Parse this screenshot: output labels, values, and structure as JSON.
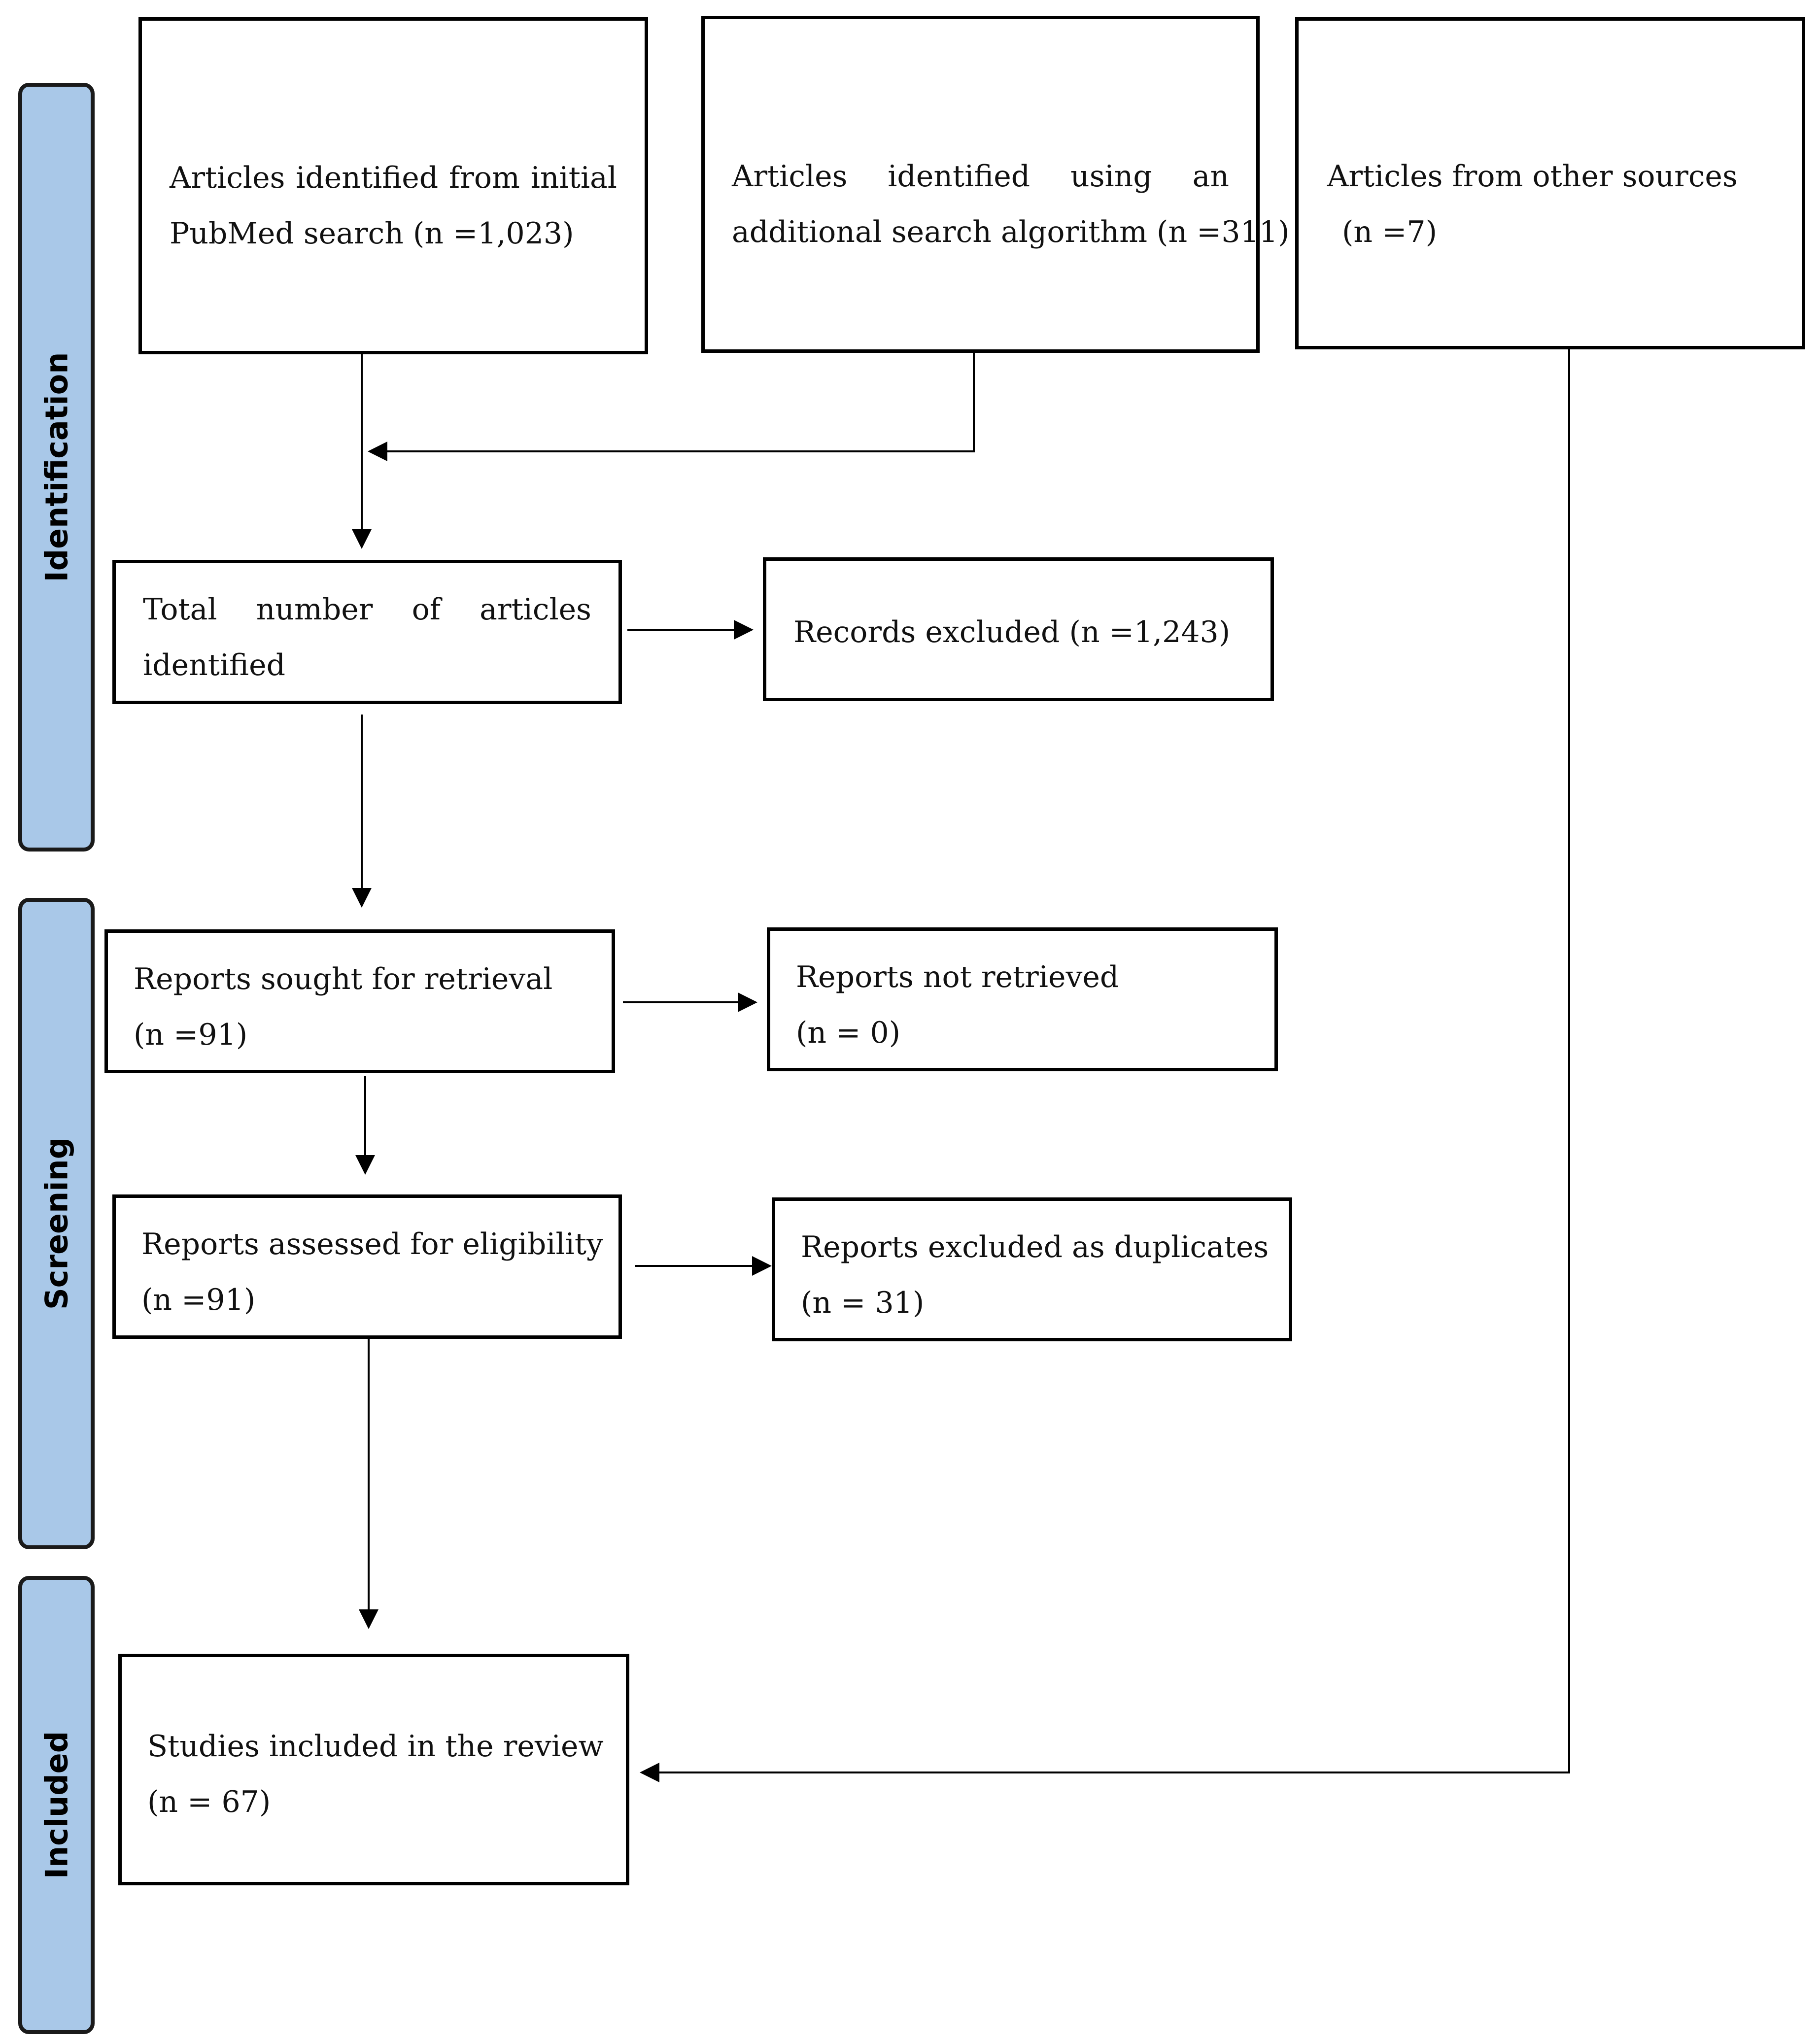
{
  "phases": {
    "identification": "Identification",
    "screening": "Screening",
    "included": "Included"
  },
  "boxes": {
    "pubmed": {
      "words": [
        "Articles",
        "identified",
        "from",
        "initial"
      ],
      "line2": "PubMed search (n =1,023)"
    },
    "additional": {
      "words": [
        "Articles",
        "identified",
        "using",
        "an"
      ],
      "line2": "additional search algorithm (n =311)"
    },
    "other_sources": {
      "line1": "Articles from other sources",
      "line2": "(n =7)"
    },
    "total": {
      "words": [
        "Total",
        "number",
        "of",
        "articles"
      ],
      "line2": "identified"
    },
    "records_excluded": {
      "line1": "Records excluded (n =1,243)"
    },
    "sought": {
      "line1": "Reports sought for retrieval",
      "line2": "(n =91)"
    },
    "not_retrieved": {
      "line1": "Reports not retrieved",
      "line2": "(n = 0)"
    },
    "assessed": {
      "line1": "Reports assessed for eligibility",
      "line2": "(n =91)"
    },
    "duplicates": {
      "line1": "Reports excluded as duplicates",
      "line2": "(n = 31)"
    },
    "included": {
      "line1": "Studies included in the review",
      "line2": "(n = 67)"
    }
  },
  "colors": {
    "phase_band_fill": "#a9c8e8",
    "border": "#000000"
  }
}
